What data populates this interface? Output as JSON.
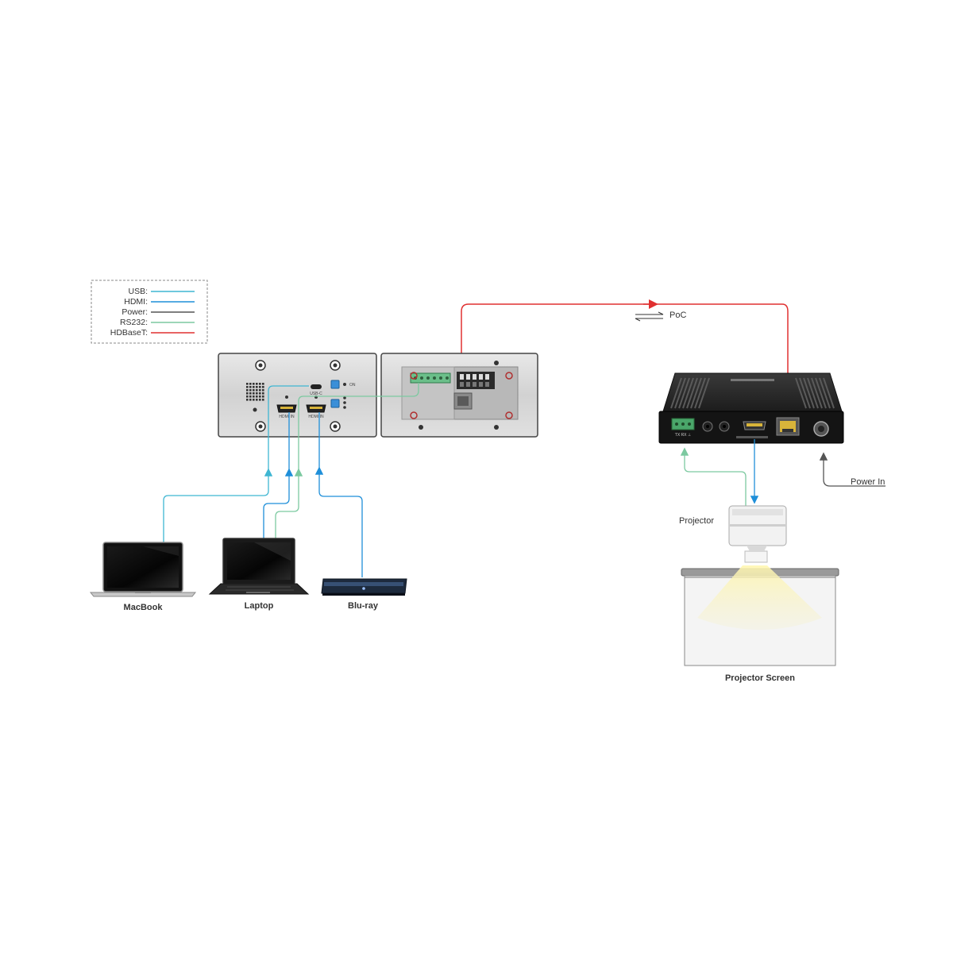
{
  "legend": {
    "items": [
      {
        "label": "USB:",
        "color": "#3fb6d2"
      },
      {
        "label": "HDMI:",
        "color": "#1f8fd9"
      },
      {
        "label": "Power:",
        "color": "#555555"
      },
      {
        "label": "RS232:",
        "color": "#7cc9a0"
      },
      {
        "label": "HDBaseT:",
        "color": "#e03030"
      }
    ]
  },
  "labels": {
    "poc": "PoC",
    "power_in": "Power In",
    "projector": "Projector",
    "projector_screen": "Projector Screen",
    "macbook": "MacBook",
    "laptop": "Laptop",
    "bluray": "Blu-ray",
    "rs232_port": "TX  RX  ⊥"
  },
  "colors": {
    "usb": "#3fb6d2",
    "hdmi": "#1f8fd9",
    "power": "#555555",
    "rs232": "#7cc9a0",
    "hdbaset": "#e03030"
  }
}
